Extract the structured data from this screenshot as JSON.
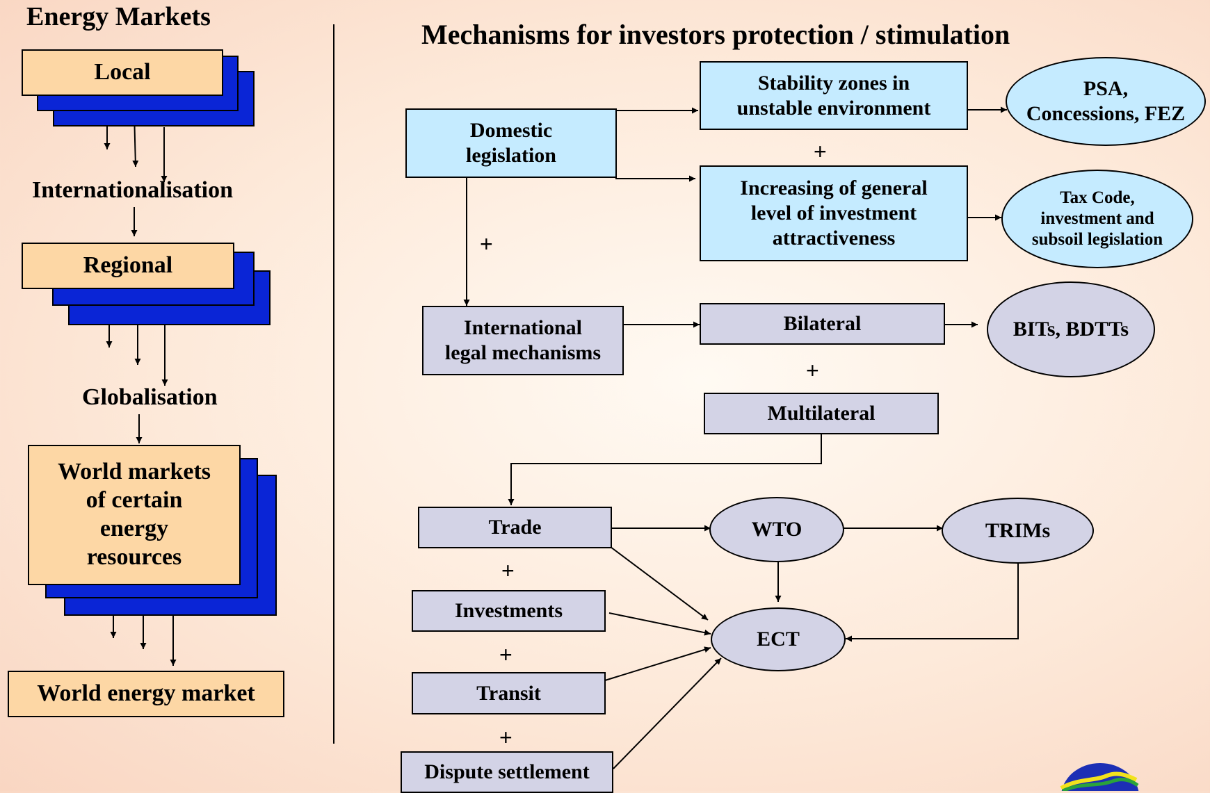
{
  "left": {
    "title": "Energy Markets",
    "local": "Local",
    "internationalisation": "Internationalisation",
    "regional": "Regional",
    "globalisation": "Globalisation",
    "world_markets": "World markets\nof certain\nenergy\nresources",
    "world_energy_market": "World energy market"
  },
  "right": {
    "title": "Mechanisms for investors protection / stimulation",
    "domestic": "Domestic\nlegislation",
    "stability": "Stability zones in\nunstable environment",
    "psa": "PSA,\nConcessions, FEZ",
    "increasing": "Increasing of general\nlevel of investment\nattractiveness",
    "tax": "Tax Code,\ninvestment  and\nsubsoil  legislation",
    "international": "International\nlegal mechanisms",
    "bilateral": "Bilateral",
    "bits": "BITs, BDTTs",
    "multilateral": "Multilateral",
    "trade": "Trade",
    "investments": "Investments",
    "transit": "Transit",
    "dispute": "Dispute settlement",
    "wto": "WTO",
    "trims": "TRIMs",
    "ect": "ECT",
    "plus": "+"
  },
  "colors": {
    "peach": "#fdd7a5",
    "blue": "#0a25d6",
    "cyan": "#c5ebff",
    "lavender": "#d3d3e6"
  },
  "logo": "globe-logo-icon"
}
